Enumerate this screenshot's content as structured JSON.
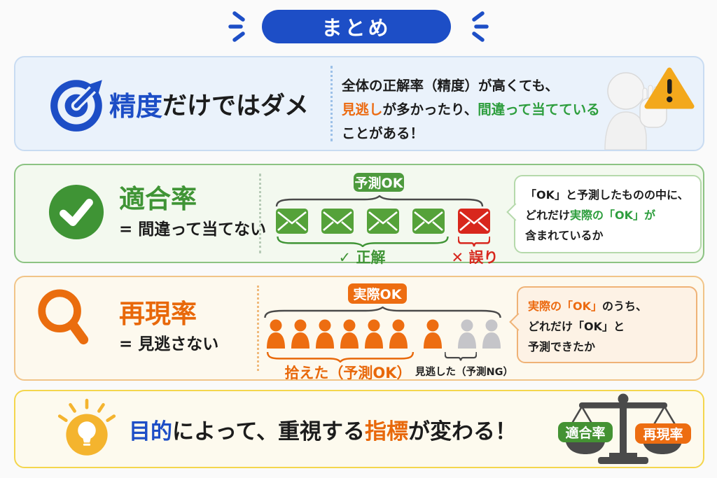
{
  "header": {
    "title": "まとめ"
  },
  "accuracy": {
    "title_highlight": "精度",
    "title_rest": "だけではダメ",
    "desc_line1": "全体の正解率（精度）が高くても、",
    "desc_line2_orange": "見逃し",
    "desc_line2_mid": "が多かったり、",
    "desc_line2_green": "間違って当てている",
    "desc_line3": "ことがある！"
  },
  "precision": {
    "title": "適合率",
    "subtitle": "= 間違って当てない",
    "diagram": {
      "bracket_label": "予測OK",
      "correct_envelopes": 4,
      "wrong_envelopes": 1,
      "correct_mark": "✓",
      "correct_caption": "正解",
      "wrong_mark": "✕",
      "wrong_caption": "誤り"
    },
    "bubble_line1": "「OK」と予測したものの中に、",
    "bubble_line2_black": "どれだけ",
    "bubble_line2_green": "実際の「OK」が",
    "bubble_line3": "含まれているか"
  },
  "recall": {
    "title": "再現率",
    "subtitle": "= 見逃さない",
    "diagram": {
      "bracket_label": "実際OK",
      "found_people": 7,
      "missed_people": 2,
      "found_caption": "拾えた（予測OK）",
      "missed_caption": "見逃した（予測NG）"
    },
    "bubble_line1_orange": "実際の「OK」",
    "bubble_line1_rest": "のうち、",
    "bubble_line2": "どれだけ「OK」と",
    "bubble_line3": "予測できたか"
  },
  "conclusion": {
    "part1_blue": "目的",
    "part2": "によって、重視する",
    "part3_orange": "指標",
    "part4": "が変わる！",
    "scale_left_label": "適合率",
    "scale_right_label": "再現率"
  },
  "colors": {
    "accent_blue": "#1d4ec6",
    "accent_green": "#3f9435",
    "accent_orange": "#e8680a",
    "accent_red": "#d7271d",
    "warning_yellow": "#f3a81c",
    "bulb_yellow": "#f4b42e",
    "panel1_bg": "#eaf2fb",
    "panel2_bg": "#f3f9ef",
    "panel3_bg": "#fdf9ee",
    "panel4_bg": "#fdfaee",
    "gray_person": "#c5c5c9",
    "scale_dark": "#4a4a4a"
  }
}
